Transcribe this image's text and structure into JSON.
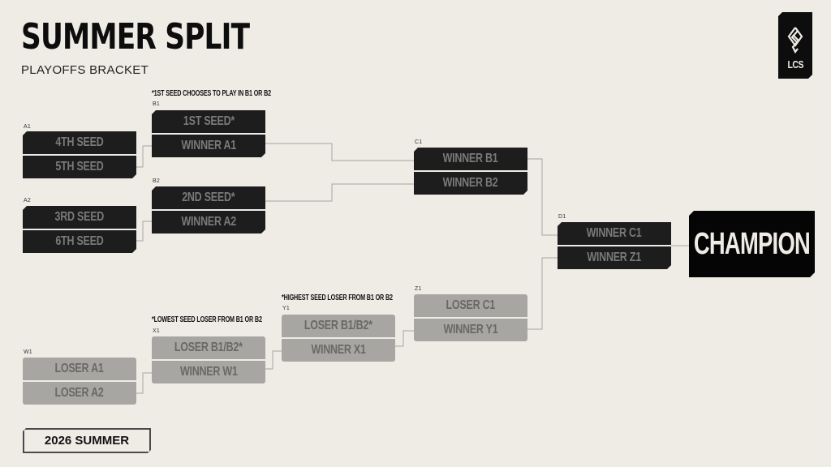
{
  "header": {
    "title": "SUMMER SPLIT",
    "subtitle": "PLAYOFFS BRACKET"
  },
  "logo": {
    "icon": "lcs-logo-icon",
    "text": "LCS"
  },
  "notes": {
    "b_note": "*1ST SEED CHOOSES TO PLAY IN B1 OR B2",
    "x_note": "*LOWEST SEED LOSER FROM B1 OR B2",
    "y_note": "*HIGHEST SEED LOSER FROM B1 OR B2"
  },
  "colors": {
    "background": "#efece6",
    "upper_box": "#1d1d1d",
    "upper_text": "#7a7a7a",
    "lower_box": "#a8a6a2",
    "lower_text": "#6a6866",
    "champion_box": "#050505",
    "champion_text": "#efece6",
    "connector": "#b5b2ad"
  },
  "matches": {
    "A1": {
      "label": "A1",
      "top": "4TH SEED",
      "bottom": "5TH SEED"
    },
    "A2": {
      "label": "A2",
      "top": "3RD SEED",
      "bottom": "6TH SEED"
    },
    "B1": {
      "label": "B1",
      "top": "1ST SEED*",
      "bottom": "WINNER A1"
    },
    "B2": {
      "label": "B2",
      "top": "2ND SEED*",
      "bottom": "WINNER A2"
    },
    "C1": {
      "label": "C1",
      "top": "WINNER B1",
      "bottom": "WINNER B2"
    },
    "D1": {
      "label": "D1",
      "top": "WINNER C1",
      "bottom": "WINNER Z1"
    },
    "W1": {
      "label": "W1",
      "top": "LOSER A1",
      "bottom": "LOSER A2"
    },
    "X1": {
      "label": "X1",
      "top": "LOSER B1/B2*",
      "bottom": "WINNER W1"
    },
    "Y1": {
      "label": "Y1",
      "top": "LOSER B1/B2*",
      "bottom": "WINNER X1"
    },
    "Z1": {
      "label": "Z1",
      "top": "LOSER C1",
      "bottom": "WINNER Y1"
    }
  },
  "champion": {
    "label": "CHAMPION"
  },
  "footer": {
    "season": "2026 SUMMER"
  }
}
